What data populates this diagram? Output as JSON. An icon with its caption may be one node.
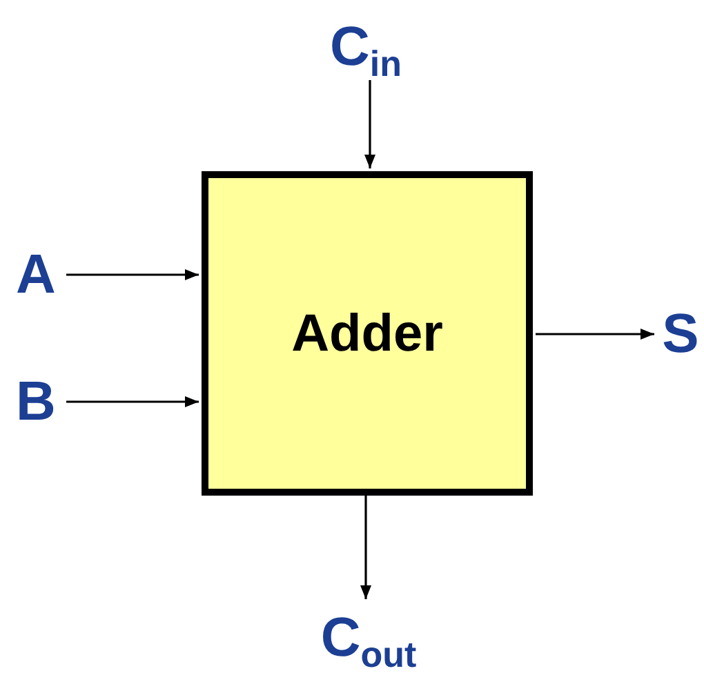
{
  "diagram": {
    "nodes": [
      {
        "text": [
          "Adder"
        ]
      },
      {
        "text": [
          "C$_{in}$"
        ]
      },
      {
        "text": [
          "A"
        ]
      },
      {
        "text": [
          "B"
        ]
      },
      {
        "text": [
          "S"
        ]
      },
      {
        "text": [
          "C$_{out}$"
        ]
      }
    ],
    "edges": [
      {
        "from": 1,
        "to": 0,
        "arrow": "to"
      },
      {
        "from": 2,
        "to": 0,
        "arrow": "to"
      },
      {
        "from": 3,
        "to": 0,
        "arrow": "to"
      },
      {
        "from": 0,
        "to": 4,
        "arrow": "to"
      },
      {
        "from": 0,
        "to": 5,
        "arrow": "to"
      }
    ]
  }
}
